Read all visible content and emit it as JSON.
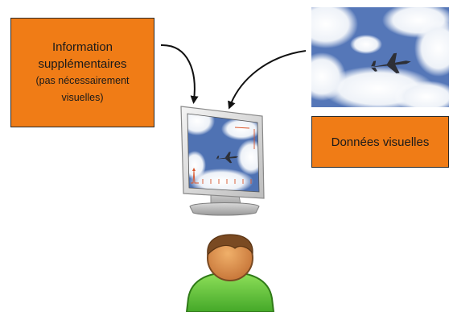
{
  "boxes": {
    "info": {
      "line1": "Information",
      "line2": "supplémentaires",
      "line3": "(pas nécessairement",
      "line4": "visuelles)"
    },
    "visual": {
      "label": "Données visuelles"
    }
  },
  "colors": {
    "box_fill": "#f07c16",
    "arrow": "#111111",
    "person_body": "#5dc033",
    "person_head": "#d8914a",
    "person_hair": "#7a4a22",
    "sky": "#4a6fb0",
    "waveform": "#d9542a"
  },
  "icons": {
    "monitor": "monitor-icon",
    "person": "person-icon",
    "photo": "sky-photo-with-jet"
  }
}
